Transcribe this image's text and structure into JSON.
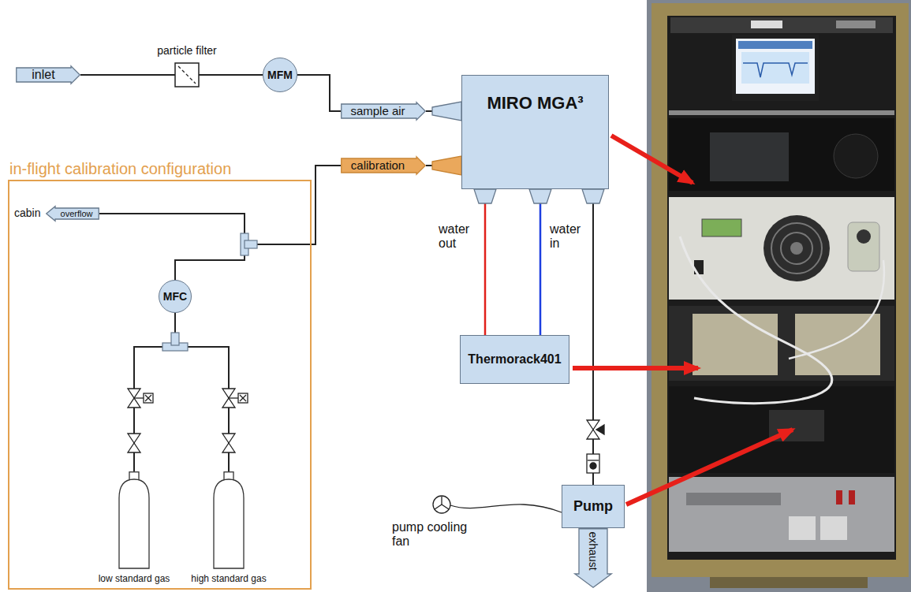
{
  "diagram": {
    "nodes": [
      {
        "text": [
          "inlet"
        ]
      },
      {
        "text": [
          "MFM"
        ]
      },
      {
        "text": [
          "sample air"
        ]
      },
      {
        "text": [
          "MIRO MGA³"
        ]
      },
      {
        "text": [
          "calibration"
        ]
      },
      {
        "text": [
          "in-flight calibration configuration"
        ]
      },
      {
        "text": [
          "overflow"
        ],
        "in": 5
      },
      {
        "text": [
          "MFC"
        ],
        "in": 5
      },
      {
        "text": [
          "low standard gas"
        ],
        "in": 5
      },
      {
        "text": [
          "high standard gas"
        ],
        "in": 5
      },
      {
        "text": [
          "Thermorack401"
        ]
      },
      {
        "text": [
          "Pump"
        ]
      },
      {
        "text": [
          "exhaust"
        ]
      }
    ],
    "edges": [
      {
        "from": 0,
        "to": 1,
        "arrow": "none"
      },
      {
        "from": 1,
        "to": 2,
        "arrow": "none"
      },
      {
        "from": 2,
        "to": 3,
        "arrow": "none"
      },
      {
        "from": 4,
        "to": 3,
        "arrow": "none"
      },
      {
        "from": 7,
        "to": 6,
        "arrow": "none"
      },
      {
        "from": 7,
        "to": 4,
        "arrow": "none"
      },
      {
        "from": 8,
        "to": 7,
        "arrow": "none"
      },
      {
        "from": 9,
        "to": 7,
        "arrow": "none"
      },
      {
        "from": 3,
        "to": 10,
        "label": "water out",
        "arrow": "none"
      },
      {
        "from": 10,
        "to": 3,
        "label": "water in",
        "arrow": "none"
      },
      {
        "from": 3,
        "to": 11,
        "arrow": "none"
      }
    ],
    "labels": [
      "particle filter",
      "cabin",
      "pump cooling fan"
    ]
  }
}
